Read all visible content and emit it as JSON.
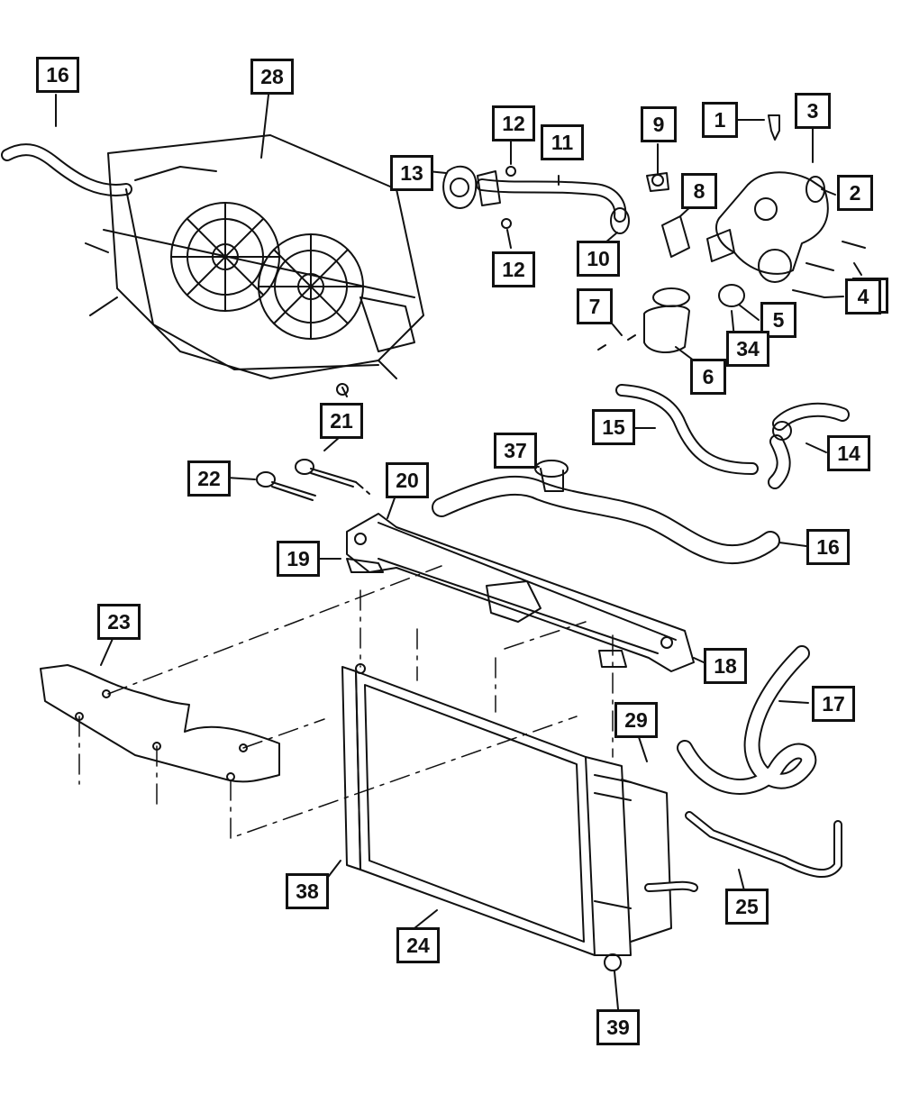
{
  "callouts": [
    {
      "id": "c16a",
      "label": "16"
    },
    {
      "id": "c28",
      "label": "28"
    },
    {
      "id": "c12a",
      "label": "12"
    },
    {
      "id": "c11",
      "label": "11"
    },
    {
      "id": "c13",
      "label": "13"
    },
    {
      "id": "c12b",
      "label": "12"
    },
    {
      "id": "c10",
      "label": "10"
    },
    {
      "id": "c9",
      "label": "9"
    },
    {
      "id": "c8",
      "label": "8"
    },
    {
      "id": "c1",
      "label": "1"
    },
    {
      "id": "c3",
      "label": "3"
    },
    {
      "id": "c2",
      "label": "2"
    },
    {
      "id": "c4a",
      "label": "4"
    },
    {
      "id": "c4b",
      "label": "4"
    },
    {
      "id": "c7",
      "label": "7"
    },
    {
      "id": "c5",
      "label": "5"
    },
    {
      "id": "c34",
      "label": "34"
    },
    {
      "id": "c6",
      "label": "6"
    },
    {
      "id": "c15",
      "label": "15"
    },
    {
      "id": "c14",
      "label": "14"
    },
    {
      "id": "c21",
      "label": "21"
    },
    {
      "id": "c37",
      "label": "37"
    },
    {
      "id": "c22",
      "label": "22"
    },
    {
      "id": "c20",
      "label": "20"
    },
    {
      "id": "c16b",
      "label": "16"
    },
    {
      "id": "c19",
      "label": "19"
    },
    {
      "id": "c23",
      "label": "23"
    },
    {
      "id": "c18",
      "label": "18"
    },
    {
      "id": "c17",
      "label": "17"
    },
    {
      "id": "c29",
      "label": "29"
    },
    {
      "id": "c25",
      "label": "25"
    },
    {
      "id": "c38",
      "label": "38"
    },
    {
      "id": "c24",
      "label": "24"
    },
    {
      "id": "c39",
      "label": "39"
    }
  ]
}
